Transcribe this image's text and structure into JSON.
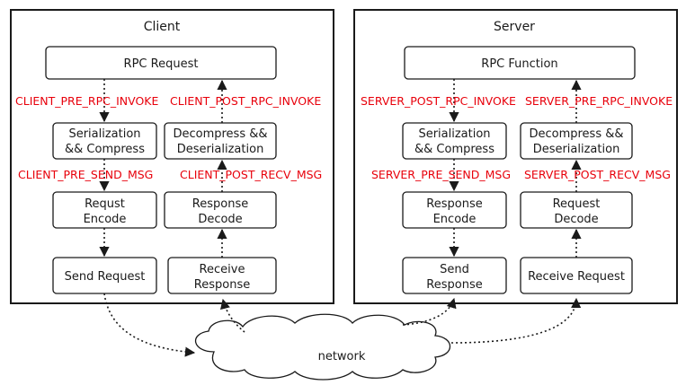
{
  "panels": {
    "client": {
      "title": "Client",
      "top": "RPC Request",
      "serialize": [
        "Serialization",
        "&& Compress"
      ],
      "decompress": [
        "Decompress &&",
        "Deserialization"
      ],
      "encode": [
        "Requst",
        "Encode"
      ],
      "decode": [
        "Response",
        "Decode"
      ],
      "send": [
        "Send Request"
      ],
      "receive": [
        "Receive",
        "Response"
      ],
      "hooks": {
        "pre_invoke": "CLIENT_PRE_RPC_INVOKE",
        "post_invoke": "CLIENT_POST_RPC_INVOKE",
        "pre_send": "CLIENT_PRE_SEND_MSG",
        "post_recv": "CLIENT_POST_RECV_MSG"
      }
    },
    "server": {
      "title": "Server",
      "top": "RPC Function",
      "serialize": [
        "Serialization",
        "&& Compress"
      ],
      "decompress": [
        "Decompress &&",
        "Deserialization"
      ],
      "encode": [
        "Response",
        "Encode"
      ],
      "decode": [
        "Request",
        "Decode"
      ],
      "send": [
        "Send",
        "Response"
      ],
      "receive": [
        "Receive Request"
      ],
      "hooks": {
        "post_invoke": "SERVER_POST_RPC_INVOKE",
        "pre_invoke": "SERVER_PRE_RPC_INVOKE",
        "pre_send": "SERVER_PRE_SEND_MSG",
        "post_recv": "SERVER_POST_RECV_MSG"
      }
    }
  },
  "network": "network",
  "colors": {
    "hook": "#e8000b",
    "stroke": "#1a1a1a",
    "background": "#ffffff"
  }
}
